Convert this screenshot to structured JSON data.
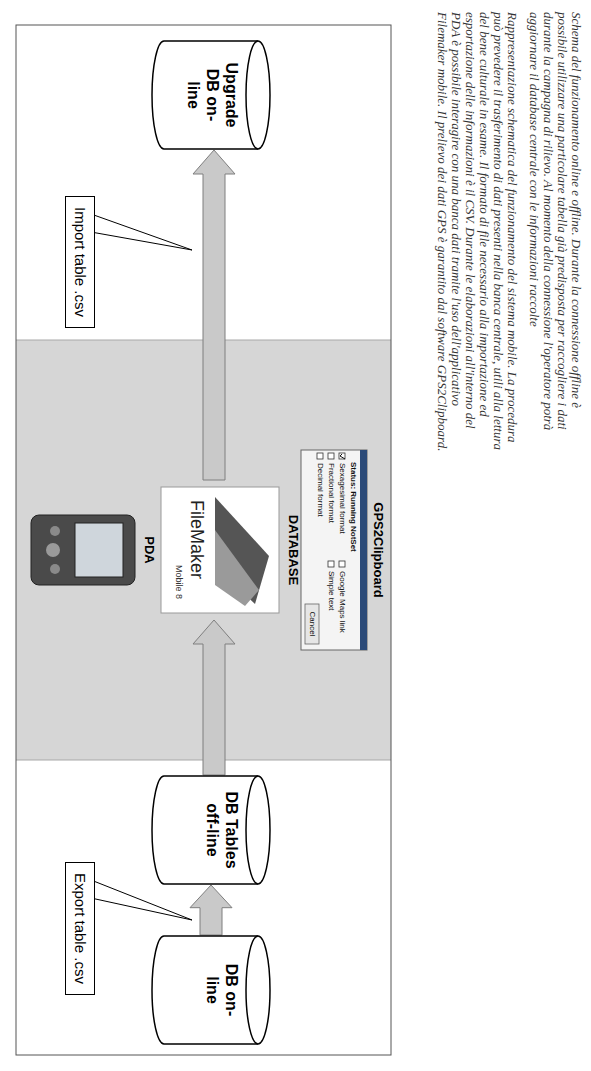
{
  "diagram": {
    "nodes": [
      {
        "text": [
          "DB on-line"
        ]
      },
      {
        "text": [
          "Export table .csv"
        ]
      },
      {
        "text": [
          "DB Tables off-line"
        ]
      },
      {
        "text": [
          "PDA"
        ]
      },
      {
        "text": [
          "DATABASE"
        ]
      },
      {
        "text": [
          "GPS2Clipboard"
        ]
      },
      {
        "text": [
          "Import table .csv"
        ]
      },
      {
        "text": [
          "Upgrade DB on-line"
        ]
      }
    ],
    "edges": [
      {
        "from": 0,
        "to": 2,
        "arrow": "to"
      },
      {
        "from": 2,
        "to": 4,
        "arrow": "to"
      },
      {
        "from": 4,
        "to": 7,
        "arrow": "to"
      }
    ],
    "labels": [
      "Schema del funzionamento online e offline. Durante la connessione offline è possibile utilizzare una particolare tabella già predisposta per raccogliere i dati durante la campagna di rilievo. Al momento della connessione l'operatore potrà aggiornare il database centrale con le informazioni raccolte",
      "Rappresentazione schematica del funzionamento del sistema mobile. La procedura può prevedere il trasferimento di dati presenti nella banca centrale, utili alla lettura del bene culturale in esame. Il formato di file necessario alla importazione ed esportazione delle informazioni è il CSV. Durante le elaborazioni all'interno del PDA è possibile interagire con una banca dati tramite l'uso dell'applicativo Filemaker mobile. Il prelievo dei dati GPS è garantito dal software GPS2Clipboard.",
      "FileMaker",
      "Mobile 8",
      "Status: Running NotSet",
      "Sexagesimal format",
      "Fractional format",
      "Decimal format",
      "Google Maps link",
      "Simple text",
      "Cancel"
    ]
  }
}
